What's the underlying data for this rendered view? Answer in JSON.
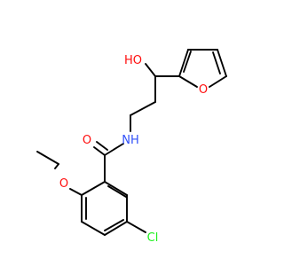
{
  "molecule": {
    "atoms": [
      {
        "id": "o-hydroxyl",
        "symbol": "O",
        "h": "H",
        "color": "#ff0d0d"
      },
      {
        "id": "o-furan",
        "symbol": "O",
        "h": "",
        "color": "#ff0d0d"
      },
      {
        "id": "n-amide",
        "symbol": "N",
        "h": "H",
        "color": "#3050f8"
      },
      {
        "id": "o-carbonyl",
        "symbol": "O",
        "h": "",
        "color": "#ff0d0d"
      },
      {
        "id": "o-methoxy",
        "symbol": "O",
        "h": "",
        "color": "#ff0d0d"
      },
      {
        "id": "cl",
        "symbol": "Cl",
        "h": "",
        "color": "#1ff01f"
      }
    ],
    "bond_color": "#000000"
  }
}
